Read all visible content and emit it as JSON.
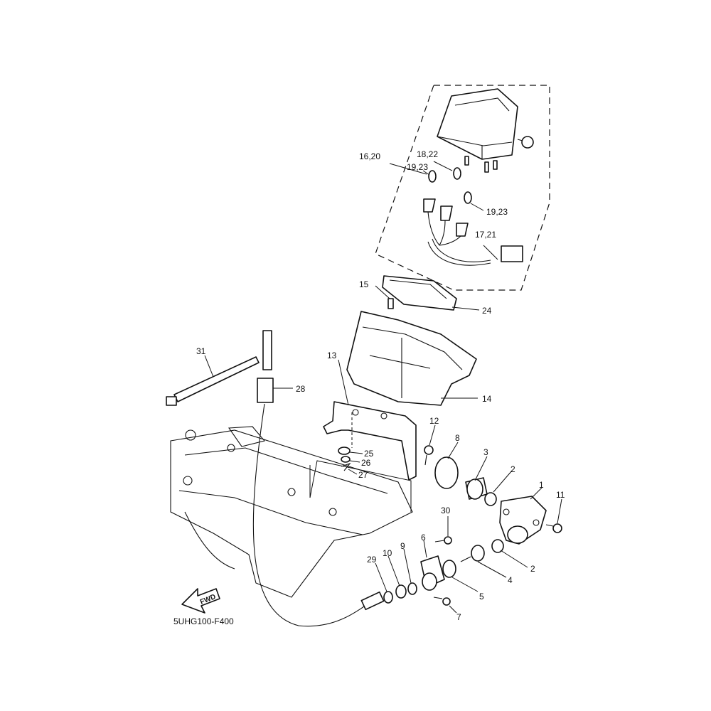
{
  "diagram": {
    "code": "5UHG100-F400",
    "fwd": "FWD",
    "callouts": {
      "c1": "1",
      "c2a": "2",
      "c2b": "2",
      "c3": "3",
      "c4": "4",
      "c5": "5",
      "c6": "6",
      "c7": "7",
      "c8": "8",
      "c9": "9",
      "c10": "10",
      "c11": "11",
      "c12": "12",
      "c13": "13",
      "c14": "14",
      "c15": "15",
      "c16": "16,20",
      "c17": "17,21",
      "c18": "18,22",
      "c19a": "19,23",
      "c19b": "19,23",
      "c24": "24",
      "c25": "25",
      "c26": "26",
      "c27": "27",
      "c28": "28",
      "c29": "29",
      "c30": "30",
      "c31": "31"
    }
  }
}
